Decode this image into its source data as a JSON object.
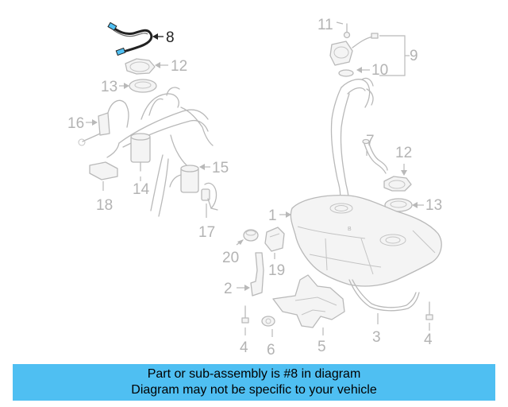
{
  "diagram": {
    "highlighted_part": "8",
    "callouts": [
      "1",
      "2",
      "3",
      "4",
      "4",
      "5",
      "6",
      "7",
      "8",
      "9",
      "10",
      "11",
      "12",
      "12",
      "13",
      "13",
      "14",
      "15",
      "16",
      "17",
      "18",
      "19",
      "20"
    ]
  },
  "banner": {
    "line1": "Part or sub-assembly is #8 in diagram",
    "line2": "Diagram may not be specific to your vehicle"
  },
  "colors": {
    "banner_background": "#4fbff2",
    "highlighted_part": "#222222",
    "diagram_lines": "#b9b9b9"
  }
}
